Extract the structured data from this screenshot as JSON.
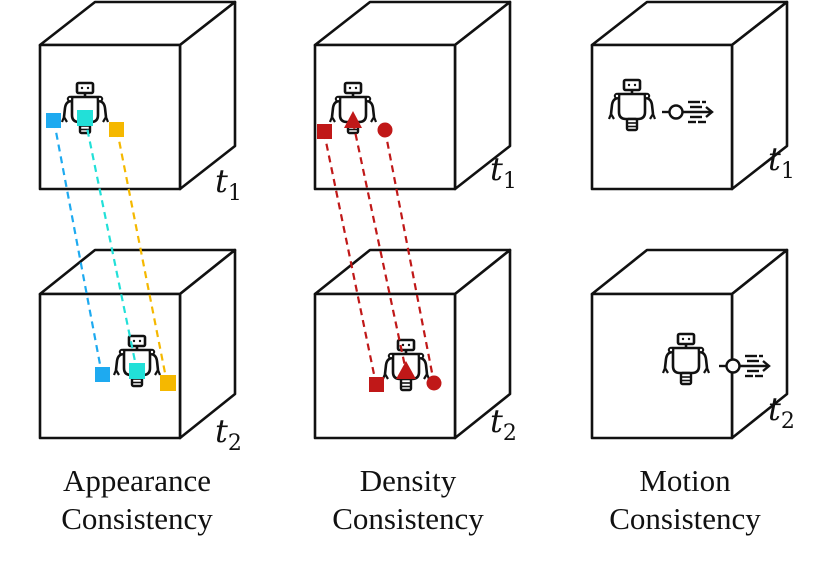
{
  "panels": [
    {
      "id": "appearance",
      "line1": "Appearance",
      "line2": "Consistency",
      "top_time": "t",
      "top_sub": "1",
      "bottom_time": "t",
      "bottom_sub": "2"
    },
    {
      "id": "density",
      "line1": "Density",
      "line2": "Consistency",
      "top_time": "t",
      "top_sub": "1",
      "bottom_time": "t",
      "bottom_sub": "2"
    },
    {
      "id": "motion",
      "line1": "Motion",
      "line2": "Consistency",
      "top_time": "t",
      "top_sub": "1",
      "bottom_time": "t",
      "bottom_sub": "2"
    }
  ],
  "colors": {
    "cyan": "#22e0d8",
    "blue": "#1eaaf0",
    "amber": "#f5b800",
    "red": "#c01818",
    "stroke": "#111111"
  },
  "icons": [
    "robot-icon",
    "motion-arrow-icon",
    "square-marker-icon",
    "triangle-marker-icon",
    "circle-marker-icon"
  ]
}
